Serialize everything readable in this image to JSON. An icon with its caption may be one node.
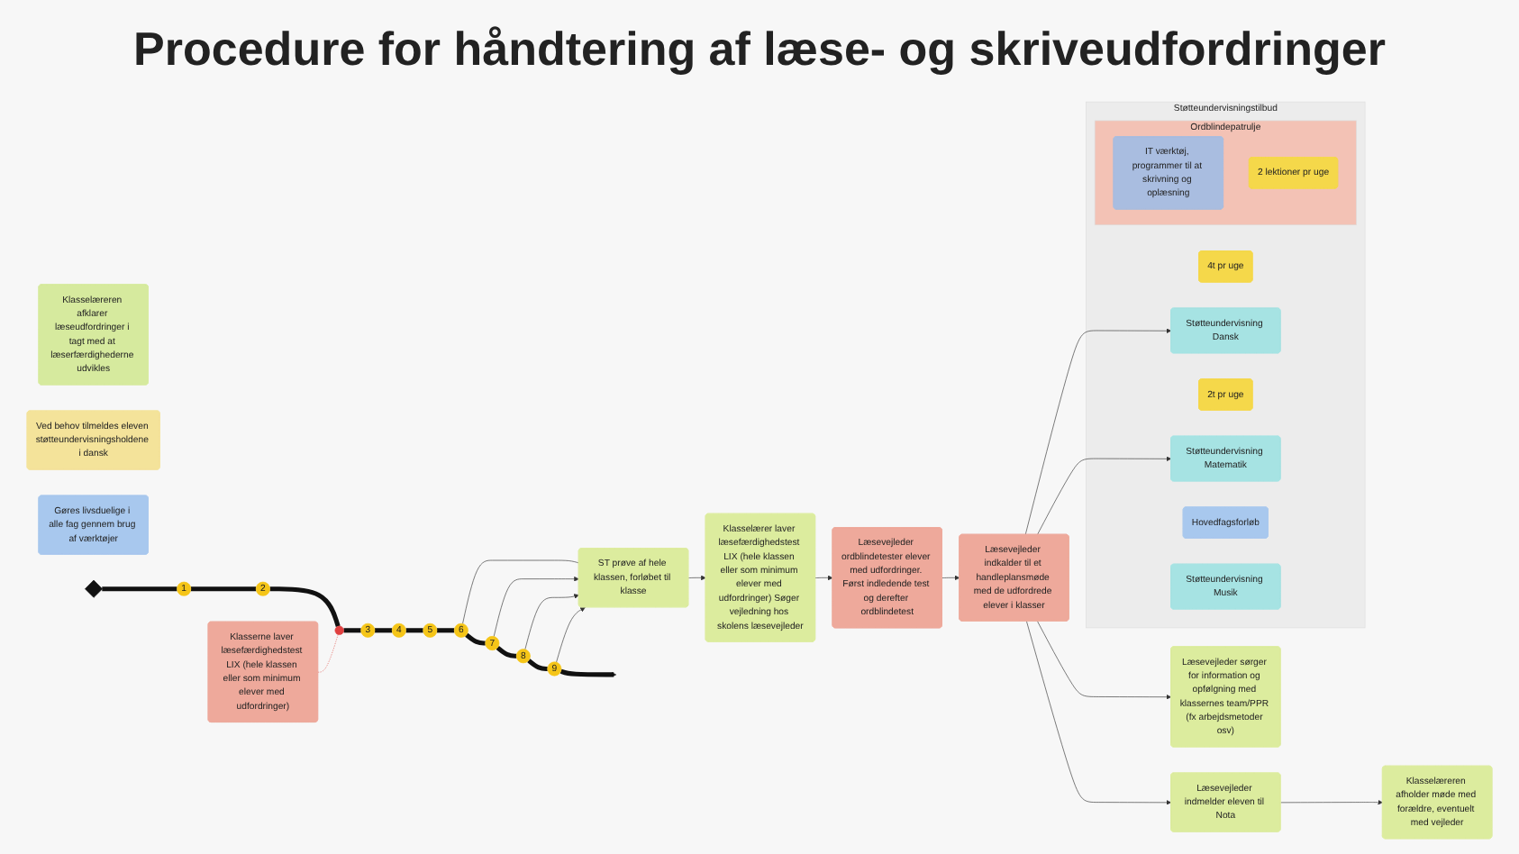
{
  "diagram": {
    "title": "Procedure for håndtering af læse- og skriveudfordringer",
    "nodes": [
      {
        "text": [
          "Klasserne laver læsefærdighedstest LIX (hele klassen eller som minimum elever med udfordringer)"
        ]
      },
      {
        "text": [
          "Klasselæreren afklarer læseudfordringer i tagt med at læserfærdighederne udvikles"
        ]
      },
      {
        "text": [
          "Ved behov tilmeldes eleven støtteundervisningsholdene i dansk"
        ]
      },
      {
        "text": [
          "Gøres livsduelige i alle fag gennem brug af værktøjer"
        ]
      },
      {
        "text": [],
        "shape": "diamond"
      },
      {
        "text": [
          "1"
        ]
      },
      {
        "text": [
          "2"
        ]
      },
      {
        "text": [],
        "shape": "circle"
      },
      {
        "text": [
          "3"
        ]
      },
      {
        "text": [
          "4"
        ]
      },
      {
        "text": [
          "5"
        ]
      },
      {
        "text": [
          "6"
        ]
      },
      {
        "text": [
          "7"
        ]
      },
      {
        "text": [
          "8"
        ]
      },
      {
        "text": [
          "9"
        ]
      },
      {
        "text": [
          "ST prøve af hele klassen, forløbet til klasse"
        ]
      },
      {
        "text": [
          "Klasselærer laver læsefærdighedstest LIX (hele klassen eller som minimum elever med udfordringer) Søger vejledning hos skolens læsevejleder"
        ]
      },
      {
        "text": [
          "Støtteundervisningstilbud"
        ]
      },
      {
        "text": [
          "4t pr uge"
        ],
        "in": 17
      },
      {
        "text": [
          "Støtteundervisning Dansk"
        ],
        "in": 17
      },
      {
        "text": [
          "2t pr uge"
        ],
        "in": 17
      },
      {
        "text": [
          "Støtteundervisning Matematik"
        ],
        "in": 17
      },
      {
        "text": [
          "Hovedfagsforløb"
        ],
        "in": 17
      },
      {
        "text": [
          "Ordblindepatrulje"
        ],
        "in": 17
      },
      {
        "text": [
          "IT værktøj, programmer til at skrivning og oplæsning"
        ],
        "in": 23
      },
      {
        "text": [
          "2 lektioner pr uge"
        ],
        "in": 23
      },
      {
        "text": [
          "Støtteundervisning Musik"
        ],
        "in": 17
      },
      {
        "text": [
          "Læsevejleder ordblindetester elever med udfordringer. Først indledende test og derefter ordblindetest"
        ]
      },
      {
        "text": [
          "Læsevejleder indkalder til et handleplansmøde med de udfordrede elever i klasser"
        ]
      },
      {
        "text": [
          "Læsevejleder indmelder eleven til Nota"
        ]
      },
      {
        "text": [
          "Klasselæreren afholder møde med forældre, eventuelt med vejleder"
        ]
      },
      {
        "text": [
          "Læsevejleder sørger for information og opfølgning med klassernes team/PPR (fx arbejdsmetoder osv)"
        ]
      }
    ],
    "edges": [
      {
        "from": 4,
        "to": 5,
        "arrow": "none",
        "style": "thick"
      },
      {
        "from": 5,
        "to": 6,
        "arrow": "none",
        "style": "thick"
      },
      {
        "from": 6,
        "to": 7,
        "arrow": "none",
        "style": "thick"
      },
      {
        "from": 7,
        "to": 8,
        "arrow": "none",
        "style": "thick"
      },
      {
        "from": 8,
        "to": 9,
        "arrow": "none",
        "style": "thick"
      },
      {
        "from": 9,
        "to": 10,
        "arrow": "none",
        "style": "thick"
      },
      {
        "from": 10,
        "to": 11,
        "arrow": "none",
        "style": "thick"
      },
      {
        "from": 11,
        "to": 12,
        "arrow": "none",
        "style": "thick"
      },
      {
        "from": 12,
        "to": 13,
        "arrow": "none",
        "style": "thick"
      },
      {
        "from": 13,
        "to": 14,
        "arrow": "none",
        "style": "thick"
      },
      {
        "from": 14,
        "to": null,
        "arrow": "to",
        "style": "thick"
      },
      {
        "from": 0,
        "to": 7,
        "arrow": "none",
        "style": "dashed",
        "color": "#e0524a"
      },
      {
        "from": 11,
        "to": 15,
        "arrow": "none"
      },
      {
        "from": 12,
        "to": 15,
        "arrow": "to"
      },
      {
        "from": 13,
        "to": 15,
        "arrow": "to"
      },
      {
        "from": 14,
        "to": 15,
        "arrow": "to"
      },
      {
        "from": 15,
        "to": 16,
        "arrow": "to"
      },
      {
        "from": 16,
        "to": 27,
        "arrow": "to"
      },
      {
        "from": 27,
        "to": 28,
        "arrow": "to"
      },
      {
        "from": 28,
        "to": 19,
        "arrow": "to"
      },
      {
        "from": 28,
        "to": 21,
        "arrow": "to"
      },
      {
        "from": 28,
        "to": 29,
        "arrow": "to"
      },
      {
        "from": 28,
        "to": 31,
        "arrow": "to"
      },
      {
        "from": 29,
        "to": 30,
        "arrow": "to"
      }
    ]
  }
}
